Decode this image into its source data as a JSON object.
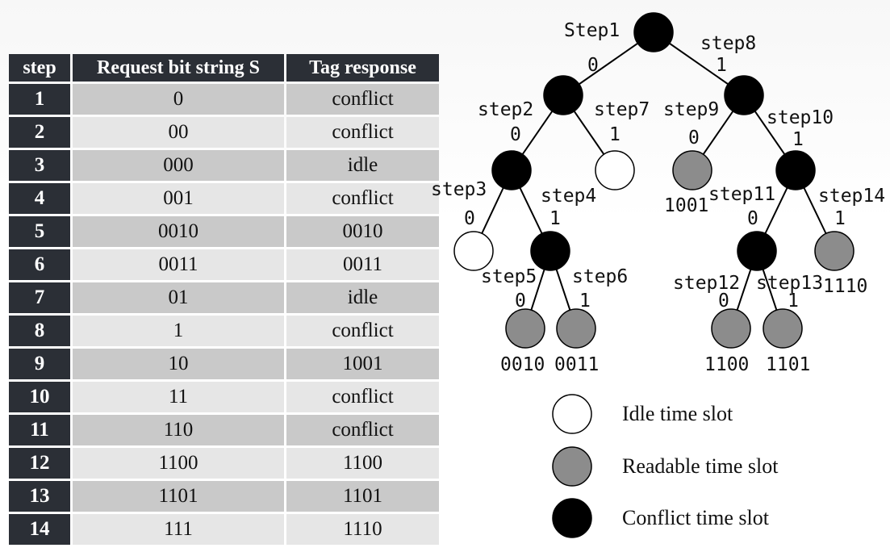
{
  "table": {
    "headers": [
      "step",
      "Request bit string S",
      "Tag response"
    ],
    "rows": [
      {
        "step": "1",
        "request": "0",
        "response": "conflict"
      },
      {
        "step": "2",
        "request": "00",
        "response": "conflict"
      },
      {
        "step": "3",
        "request": "000",
        "response": "idle"
      },
      {
        "step": "4",
        "request": "001",
        "response": "conflict"
      },
      {
        "step": "5",
        "request": "0010",
        "response": "0010"
      },
      {
        "step": "6",
        "request": "0011",
        "response": "0011"
      },
      {
        "step": "7",
        "request": "01",
        "response": "idle"
      },
      {
        "step": "8",
        "request": "1",
        "response": "conflict"
      },
      {
        "step": "9",
        "request": "10",
        "response": "1001"
      },
      {
        "step": "10",
        "request": "11",
        "response": "conflict"
      },
      {
        "step": "11",
        "request": "110",
        "response": "conflict"
      },
      {
        "step": "12",
        "request": "1100",
        "response": "1100"
      },
      {
        "step": "13",
        "request": "1101",
        "response": "1101"
      },
      {
        "step": "14",
        "request": "111",
        "response": "1110"
      }
    ]
  },
  "tree": {
    "colors": {
      "conflict": "#000000",
      "readable": "#8c8c8c",
      "idle": "#ffffff"
    },
    "nodes": [
      {
        "id": "root",
        "type": "conflict"
      },
      {
        "id": "n0",
        "type": "conflict"
      },
      {
        "id": "n1",
        "type": "conflict"
      },
      {
        "id": "n00",
        "type": "conflict"
      },
      {
        "id": "n01",
        "type": "idle"
      },
      {
        "id": "n10",
        "type": "readable"
      },
      {
        "id": "n11",
        "type": "conflict"
      },
      {
        "id": "n000",
        "type": "idle"
      },
      {
        "id": "n001",
        "type": "conflict"
      },
      {
        "id": "n110",
        "type": "conflict"
      },
      {
        "id": "n111",
        "type": "readable"
      },
      {
        "id": "n0010",
        "type": "readable"
      },
      {
        "id": "n0011",
        "type": "readable"
      },
      {
        "id": "n1100",
        "type": "readable"
      },
      {
        "id": "n1101",
        "type": "readable"
      }
    ],
    "step_labels": [
      "Step1",
      "step2",
      "step3",
      "step4",
      "step5",
      "step6",
      "step7",
      "step8",
      "step9",
      "step10",
      "step11",
      "step12",
      "step13",
      "step14"
    ],
    "edge_labels": [
      "0",
      "1",
      "0",
      "1",
      "0",
      "1",
      "0",
      "1",
      "0",
      "1",
      "0",
      "1",
      "0",
      "1"
    ],
    "leaf_labels": [
      "1001",
      "1110",
      "0010",
      "0011",
      "1100",
      "1101"
    ]
  },
  "legend": [
    {
      "label": "Idle time slot",
      "type": "idle"
    },
    {
      "label": "Readable time slot",
      "type": "readable"
    },
    {
      "label": "Conflict time slot",
      "type": "conflict"
    }
  ]
}
